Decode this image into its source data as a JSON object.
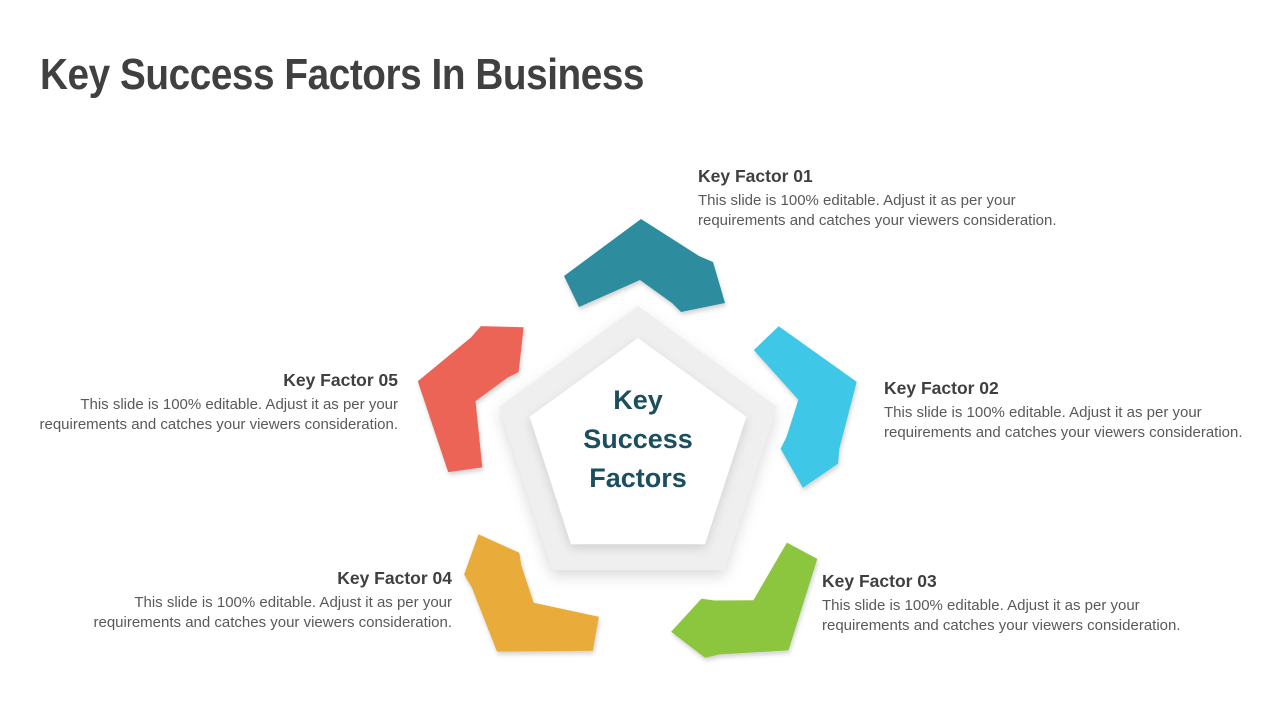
{
  "slide": {
    "title": "Key Success Factors In Business"
  },
  "center": {
    "lines": [
      "Key",
      "Success",
      "Factors"
    ]
  },
  "colors": {
    "background": "#ffffff",
    "title": "#404040",
    "factor_heading": "#3f3f3f",
    "factor_body": "#595959",
    "center_text": "#1b4f5f",
    "pentagon_fill": "#efefef",
    "pentagon_inner_fill": "#ffffff"
  },
  "factors": [
    {
      "id": "01",
      "title": "Key Factor 01",
      "description": "This slide is 100% editable. Adjust it as per your requirements and catches your viewers consideration.",
      "color": "#2d8c9e"
    },
    {
      "id": "02",
      "title": "Key Factor 02",
      "description": "This slide is 100% editable. Adjust it as per your requirements and catches your viewers consideration.",
      "color": "#3fc7e8"
    },
    {
      "id": "03",
      "title": "Key Factor 03",
      "description": "This slide is 100% editable. Adjust it as per your requirements and catches your viewers consideration.",
      "color": "#8cc63f"
    },
    {
      "id": "04",
      "title": "Key Factor 04",
      "description": "This slide is 100% editable. Adjust it as per your requirements and catches your viewers consideration.",
      "color": "#e9ac3b"
    },
    {
      "id": "05",
      "title": "Key Factor 05",
      "description": "This slide is 100% editable. Adjust it as per your requirements and catches your viewers consideration.",
      "color": "#ec6456"
    }
  ]
}
